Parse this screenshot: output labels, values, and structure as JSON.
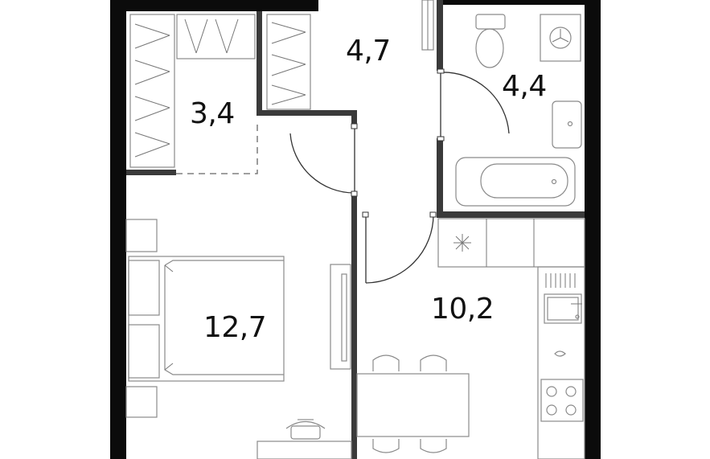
{
  "rooms": {
    "wardrobe": {
      "area": "3,4"
    },
    "hall": {
      "area": "4,7"
    },
    "bathroom": {
      "area": "4,4"
    },
    "bedroom": {
      "area": "12,7"
    },
    "kitchen": {
      "area": "10,2"
    }
  },
  "colors": {
    "outer_wall": "#0b0b0b",
    "inner_wall": "#3a3a3a",
    "furniture_line": "#8a8a8a",
    "background": "#ffffff"
  }
}
